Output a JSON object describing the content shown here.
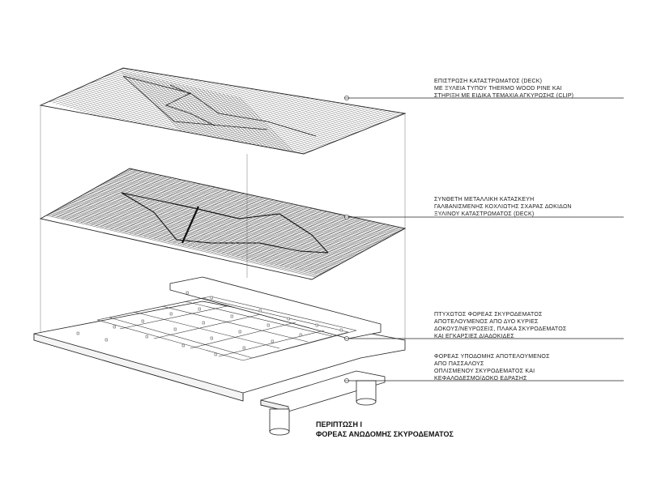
{
  "annotations": [
    {
      "id": "deck",
      "lines": [
        "ΕΠΙΣΤΡΩΣΗ  ΚΑΤΑΣΤΡΩΜΑΤΟΣ (DECK)",
        "ΜΕ ΞΥΛΕΙΑ ΤΥΠΟΥ THERMO WOOD PINE ΚΑΙ",
        "ΣΤΗΡΙΞΗ ΜΕ ΕΙΔΙΚΑ ΤΕΜΑΧΙΑ ΑΓΚΥΡΩΣΗΣ (CLIP)"
      ]
    },
    {
      "id": "steel-grid",
      "lines": [
        "ΣΥΝΘΕΤΗ ΜΕΤΑΛΛΙΚΗ ΚΑΤΑΣΚΕΥΗ",
        "ΓΑΛΒΑΝΙΣΜΕΝΗΣ ΚΟΧΛΙΩΤΗΣ ΣΧΑΡΑΣ ΔΟΚΙΔΩΝ",
        "ΞΥΛΙΝΟΥ ΚΑΤΑΣΤΡΩΜΑΤΟΣ (DECK)"
      ]
    },
    {
      "id": "folded-slab",
      "lines": [
        "ΠΤΥΧΩΤΟΣ ΦΟΡΕΑΣ ΣΚΥΡΟΔΕΜΑΤΟΣ",
        "ΑΠΟΤΕΛΟΥΜΕΝΟΣ ΑΠΟ ΔΥΟ ΚΥΡΙΕΣ",
        "ΔΟΚΟΥΣ/ΝΕΥΡΩΣΕΙΣ, ΠΛΑΚΑ ΣΚΥΡΟΔΕΜΑΤΟΣ",
        "ΚΑΙ ΕΓΚΑΡΣΙΕΣ ΔΙΑΔΟΚΙΔΕΣ"
      ]
    },
    {
      "id": "substructure",
      "lines": [
        "ΦΟΡΕΑΣ ΥΠΟΔΟΜΗΣ ΑΠΟΤΕΛΟΥΜΕΝΟΣ",
        "ΑΠΟ ΠΑΣΣΑΛΟΥΣ",
        "ΟΠΛΙΣΜΕΝΟΥ ΣΚΥΡΟΔΕΜΑΤΟΣ ΚΑΙ",
        "ΚΕΦΑΛΟΔΕΣΜΟ/ΔΟΚΟ ΕΔΡΑΣΗΣ"
      ]
    }
  ],
  "title": {
    "line1": "ΠΕΡΙΠΤΩΣΗ Ι",
    "line2": "ΦΟΡΕΑΣ ΑΝΩΔΟΜΗΣ ΣΚΥΡΟΔΕΜΑΤΟΣ"
  }
}
